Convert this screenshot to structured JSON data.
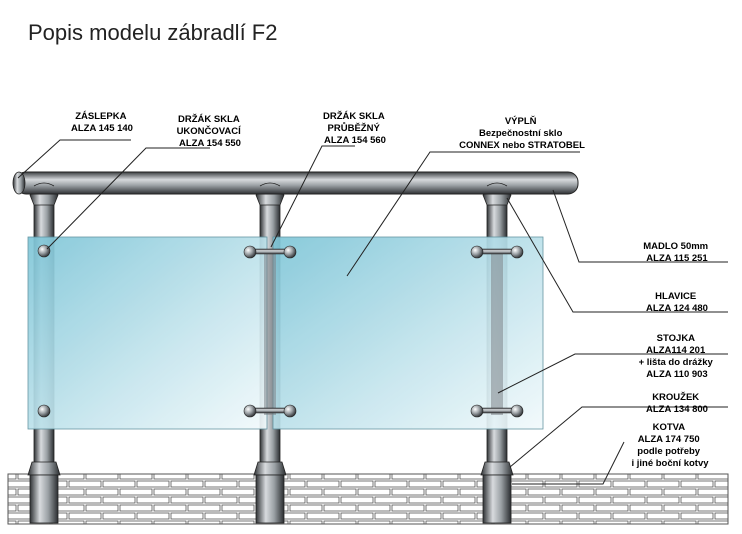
{
  "title": "Popis modelu zábradlí F2",
  "labels": {
    "zaslepka": [
      "ZÁSLEPKA",
      "ALZA 145 140"
    ],
    "drzak_ukoncovaci": [
      "DRŽÁK SKLA",
      "UKONČOVACÍ",
      "ALZA 154 550"
    ],
    "drzak_pruchozi": [
      "DRŽÁK SKLA",
      "PRŮBĚŽNÝ",
      "ALZA 154 560"
    ],
    "vypln": [
      "VÝPLŇ",
      "Bezpečnostní sklo",
      "CONNEX nebo STRATOBEL"
    ],
    "madlo": [
      "MADLO 50mm",
      "ALZA 115 251"
    ],
    "hlavice": [
      "HLAVICE",
      "ALZA 124 480"
    ],
    "stojka": [
      "STOJKA",
      "ALZA114 201",
      "+ lišta do drážky",
      "ALZA 110 903"
    ],
    "krouzek": [
      "KROUŽEK",
      "ALZA 134 800"
    ],
    "kotva": [
      "KOTVA",
      "ALZA 174 750",
      "podle potřeby",
      "i jiné boční kotvy"
    ]
  }
}
